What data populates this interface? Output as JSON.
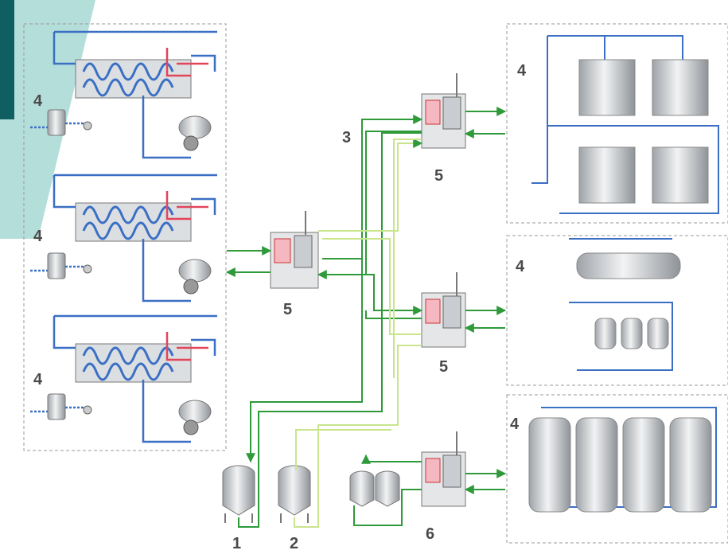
{
  "colors": {
    "blue_line": "#3a6fc4",
    "dark_green": "#2e9a3a",
    "light_green": "#c9e58c",
    "red_line": "#e2455a",
    "dash": "#9a9a9a",
    "corner_dark": "#0f5e61",
    "corner_light": "#a7d8d4",
    "label": "#4a4a4a"
  },
  "labels": {
    "raw_tank_1": "1",
    "raw_tank_2": "2",
    "distribution_line": "3",
    "plant_top": "4",
    "plant_mid": "4",
    "plant_bottom": "4",
    "filling_group": "4",
    "storage_group": "4",
    "silo_group": "4",
    "cip_central": "5",
    "cip_top_right": "5",
    "cip_mid_right": "5",
    "cip_bottom": "6"
  }
}
